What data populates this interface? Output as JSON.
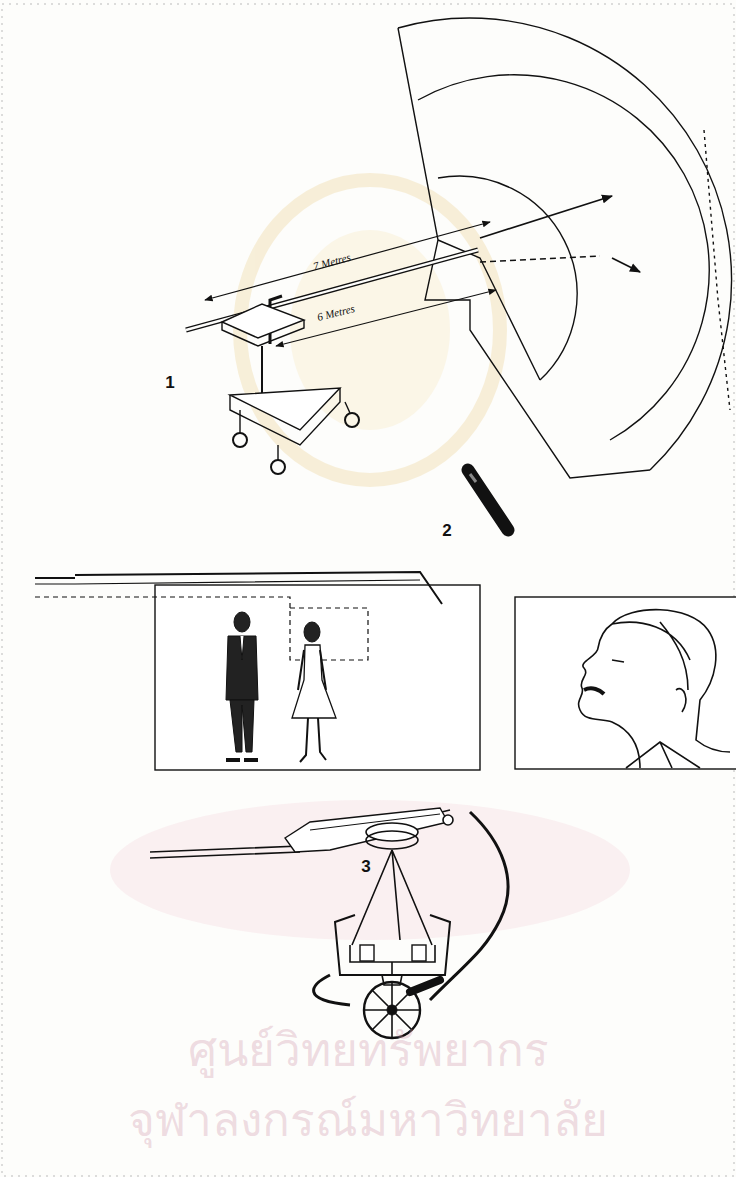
{
  "diagram": {
    "labels": [
      "7 Metres",
      "6 Metres",
      "1",
      "2",
      "3",
      "ศูนย์วิทยทรัพยากร",
      "จุฬาลงกรณ์มหาวิทยาลัย"
    ]
  }
}
